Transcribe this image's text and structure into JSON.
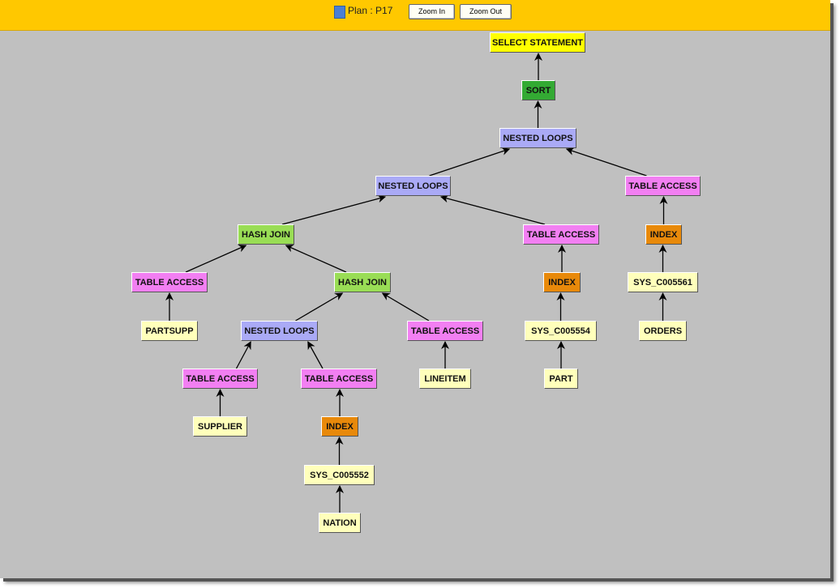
{
  "toolbar": {
    "plan_title": "Plan : P17",
    "zoom_in": "Zoom In",
    "zoom_out": "Zoom Out"
  },
  "colors": {
    "toolbar": "#ffc800",
    "canvas": "#c0c0c0",
    "select": "#ffff00",
    "sort": "#33aa33",
    "nested_loops": "#aaaaf6",
    "table_access": "#f27ff2",
    "hash_join": "#99dd55",
    "index": "#e8890a",
    "object": "#ffffbb"
  },
  "nodes": [
    {
      "id": 1,
      "label": "SELECT STATEMENT",
      "parent": null
    },
    {
      "id": 2,
      "label": "SORT",
      "parent": 1
    },
    {
      "id": 3,
      "label": "NESTED LOOPS",
      "parent": 2
    },
    {
      "id": 4,
      "label": "NESTED LOOPS",
      "parent": 3
    },
    {
      "id": 5,
      "label": "TABLE ACCESS",
      "parent": 3
    },
    {
      "id": 6,
      "label": "HASH JOIN",
      "parent": 4
    },
    {
      "id": 7,
      "label": "TABLE ACCESS",
      "parent": 4
    },
    {
      "id": 8,
      "label": "INDEX",
      "parent": 5
    },
    {
      "id": 9,
      "label": "TABLE ACCESS",
      "parent": 6
    },
    {
      "id": 10,
      "label": "HASH JOIN",
      "parent": 6
    },
    {
      "id": 11,
      "label": "INDEX",
      "parent": 7
    },
    {
      "id": 12,
      "label": "SYS_C005561",
      "parent": 8
    },
    {
      "id": 13,
      "label": "PARTSUPP",
      "parent": 9
    },
    {
      "id": 14,
      "label": "NESTED LOOPS",
      "parent": 10
    },
    {
      "id": 15,
      "label": "TABLE ACCESS",
      "parent": 10
    },
    {
      "id": 16,
      "label": "SYS_C005554",
      "parent": 11
    },
    {
      "id": 17,
      "label": "ORDERS",
      "parent": 12
    },
    {
      "id": 18,
      "label": "TABLE ACCESS",
      "parent": 14
    },
    {
      "id": 19,
      "label": "TABLE ACCESS",
      "parent": 14
    },
    {
      "id": 20,
      "label": "LINEITEM",
      "parent": 15
    },
    {
      "id": 21,
      "label": "PART",
      "parent": 16
    },
    {
      "id": 22,
      "label": "SUPPLIER",
      "parent": 18
    },
    {
      "id": 23,
      "label": "INDEX",
      "parent": 19
    },
    {
      "id": 24,
      "label": "SYS_C005552",
      "parent": 23
    },
    {
      "id": 25,
      "label": "NATION",
      "parent": 24
    }
  ]
}
